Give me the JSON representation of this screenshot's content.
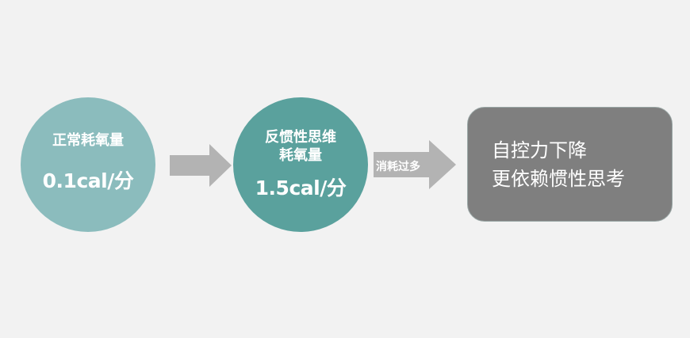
{
  "colors": {
    "background": "#f2f2f2",
    "circle_normal": "#8bbcbd",
    "circle_anti_inertia": "#5aa19d",
    "arrow": "#b3b3b3",
    "box": "#7f7f7f",
    "text": "#ffffff"
  },
  "nodes": {
    "normal": {
      "label": "正常耗氧量",
      "value": "0.1cal/分"
    },
    "anti_inertia": {
      "label_line1": "反惯性思维",
      "label_line2": "耗氧量",
      "value": "1.5cal/分"
    },
    "result": {
      "line1": "自控力下降",
      "line2": "更依赖惯性思考"
    }
  },
  "arrows": {
    "first": {
      "label": ""
    },
    "second": {
      "label": "消耗过多"
    }
  }
}
